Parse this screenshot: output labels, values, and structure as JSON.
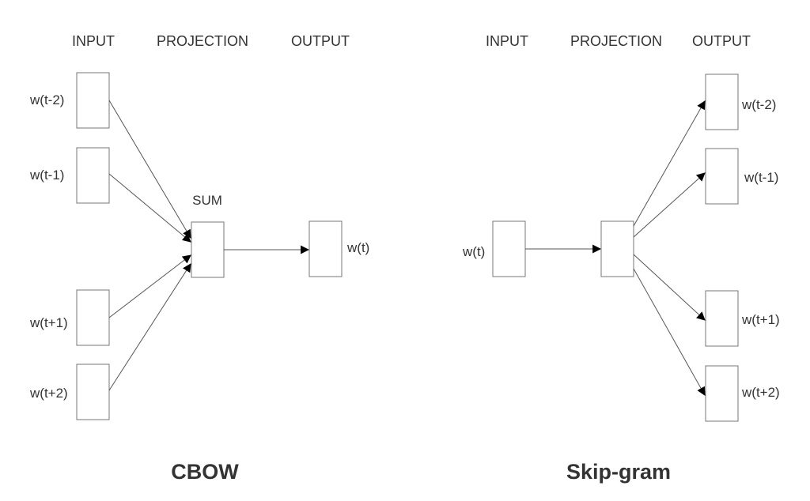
{
  "cbow": {
    "title": "CBOW",
    "headers": {
      "input": "INPUT",
      "projection": "PROJECTION",
      "output": "OUTPUT"
    },
    "sum_label": "SUM",
    "inputs": [
      "w(t-2)",
      "w(t-1)",
      "w(t+1)",
      "w(t+2)"
    ],
    "output": "w(t)"
  },
  "skipgram": {
    "title": "Skip-gram",
    "headers": {
      "input": "INPUT",
      "projection": "PROJECTION",
      "output": "OUTPUT"
    },
    "input": "w(t)",
    "outputs": [
      "w(t-2)",
      "w(t-1)",
      "w(t+1)",
      "w(t+2)"
    ]
  },
  "colors": {
    "text": "#333333",
    "box_stroke": "#777777",
    "edge": "#555555"
  }
}
